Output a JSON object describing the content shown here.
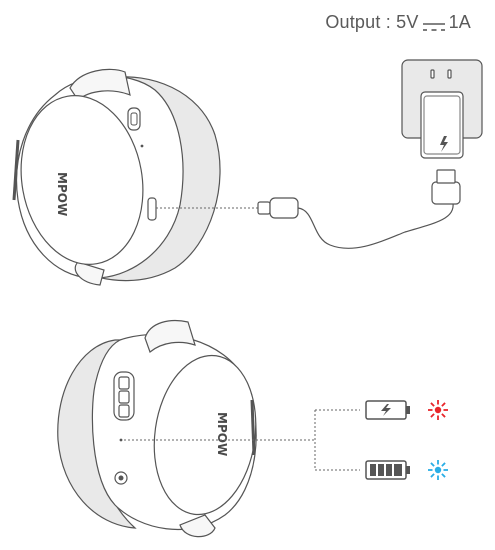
{
  "output": {
    "prefix": "Output : 5V",
    "suffix": "1A",
    "dc_symbol_icon": "dc-current-symbol-icon"
  },
  "brand": {
    "logo_text": "MPOW"
  },
  "indicators": [
    {
      "battery_icon": "battery-charging-icon",
      "led_icon": "led-light-icon",
      "led_color": "#e8262a"
    },
    {
      "battery_icon": "battery-full-icon",
      "led_icon": "led-light-icon",
      "led_color": "#29aee6"
    }
  ],
  "colors": {
    "line": "#555555",
    "cushion": "#e9e9e9",
    "cup": "#ffffff"
  }
}
